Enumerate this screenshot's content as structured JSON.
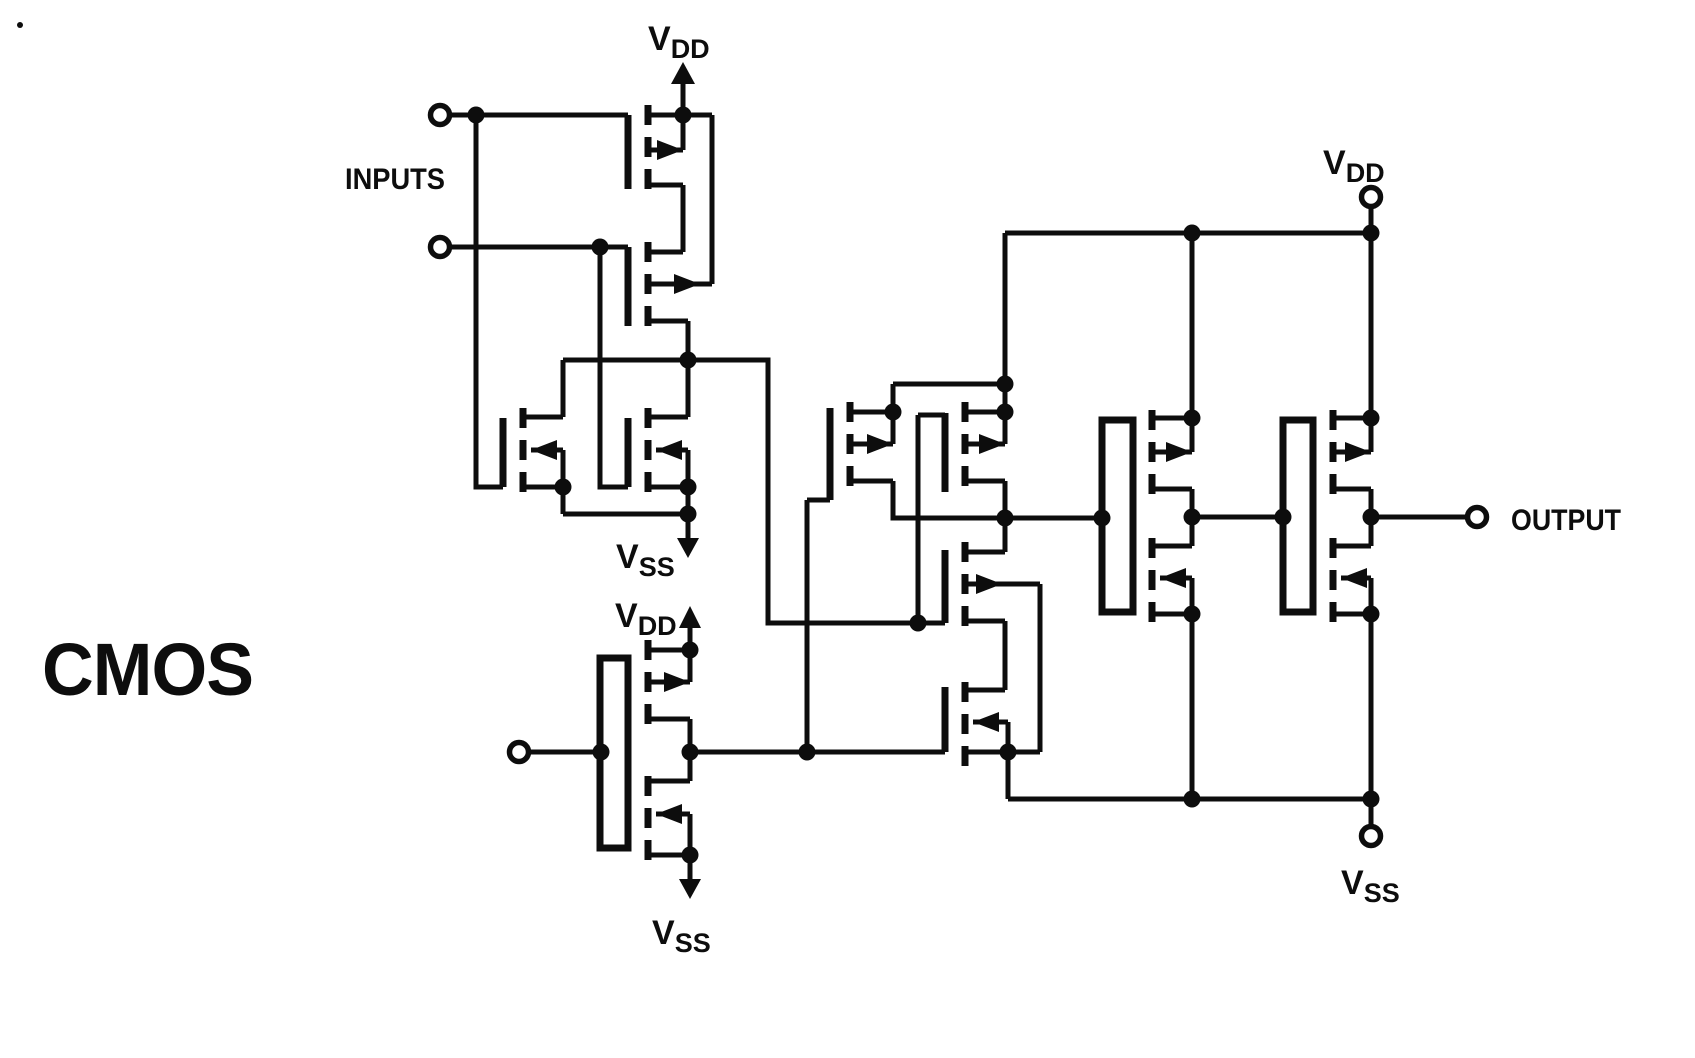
{
  "page": {
    "background": "#ffffff",
    "ink": "#0d0d0d"
  },
  "title": {
    "text": "CMOS"
  },
  "labels": {
    "inputs": "INPUTS",
    "output": "OUTPUT"
  },
  "power": {
    "vdd": {
      "main": "V",
      "sub": "DD"
    },
    "vss": {
      "main": "V",
      "sub": "SS"
    }
  }
}
